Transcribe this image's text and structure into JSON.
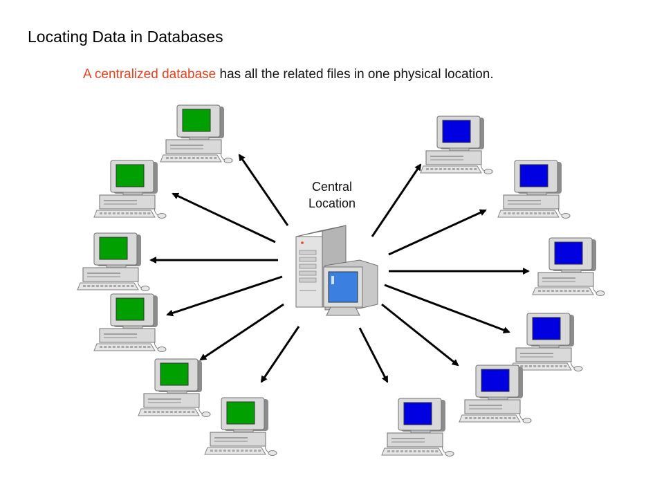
{
  "slide": {
    "title": "Locating Data in Databases",
    "subtitle_highlight": "A centralized database",
    "subtitle_rest": " has all the related files in one physical location."
  },
  "diagram": {
    "central_label_line1": "Central",
    "central_label_line2": "Location",
    "colors": {
      "highlight": "#e8401c",
      "client_screen_left": "#00a000",
      "client_screen_right": "#0000e0",
      "case": "#d9d9d9",
      "case_dark": "#8c8c8c",
      "arrow": "#000000"
    },
    "clients_left": [
      {
        "name": "client-computer-left-1",
        "icon": "desktop-computer-icon"
      },
      {
        "name": "client-computer-left-2",
        "icon": "desktop-computer-icon"
      },
      {
        "name": "client-computer-left-3",
        "icon": "desktop-computer-icon"
      },
      {
        "name": "client-computer-left-4",
        "icon": "desktop-computer-icon"
      },
      {
        "name": "client-computer-left-5",
        "icon": "desktop-computer-icon"
      },
      {
        "name": "client-computer-left-6",
        "icon": "desktop-computer-icon"
      }
    ],
    "clients_right": [
      {
        "name": "client-computer-right-1",
        "icon": "desktop-computer-icon"
      },
      {
        "name": "client-computer-right-2",
        "icon": "desktop-computer-icon"
      },
      {
        "name": "client-computer-right-3",
        "icon": "desktop-computer-icon"
      },
      {
        "name": "client-computer-right-4",
        "icon": "desktop-computer-icon"
      },
      {
        "name": "client-computer-right-5",
        "icon": "desktop-computer-icon"
      },
      {
        "name": "client-computer-right-6",
        "icon": "desktop-computer-icon"
      }
    ],
    "server_icon": "server-tower-icon"
  }
}
